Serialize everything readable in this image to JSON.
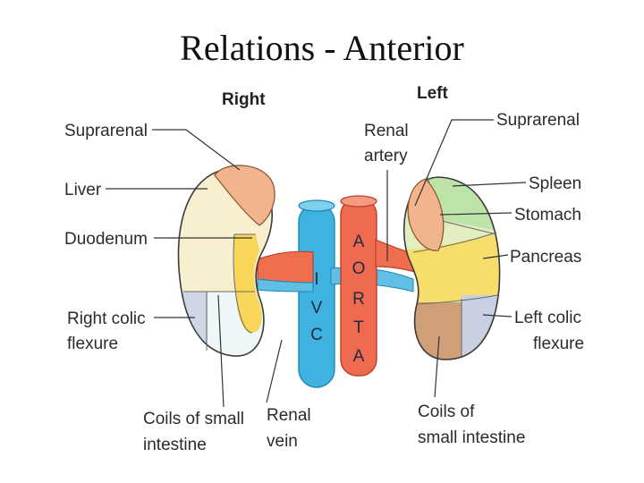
{
  "title": "Relations - Anterior",
  "headings": {
    "right": "Right",
    "left": "Left"
  },
  "vessels": {
    "ivc": [
      "I",
      "V",
      "C"
    ],
    "aorta": [
      "A",
      "O",
      "R",
      "T",
      "A"
    ]
  },
  "labels": {
    "right_suprarenal": "Suprarenal",
    "liver": "Liver",
    "duodenum": "Duodenum",
    "right_colic_1": "Right colic",
    "right_colic_2": "flexure",
    "coils_small_1": "Coils of small",
    "coils_small_2": "intestine",
    "renal_vein_1": "Renal",
    "renal_vein_2": "vein",
    "renal_artery_1": "Renal",
    "renal_artery_2": "artery",
    "left_suprarenal": "Suprarenal",
    "spleen": "Spleen",
    "stomach": "Stomach",
    "pancreas": "Pancreas",
    "left_colic_1": "Left colic",
    "left_colic_2": "flexure",
    "coils_of_1": "Coils of",
    "coils_of_2": "small intestine"
  },
  "colors": {
    "right_suprarenal": "#f2b48c",
    "liver": "#f8efcf",
    "duodenum": "#f7d65a",
    "right_colic": "#cfd6e6",
    "small_intestine_right": "#eef6f8",
    "left_suprarenal": "#f2b48c",
    "spleen": "#bde3a8",
    "stomach": "#e3eec0",
    "pancreas": "#f7dd6a",
    "left_colic": "#c8d0e2",
    "small_intestine_left": "#cf9f78",
    "ivc": "#3fb2df",
    "aorta": "#ef6a4e",
    "renal_vessel": "#ee6e4e"
  }
}
